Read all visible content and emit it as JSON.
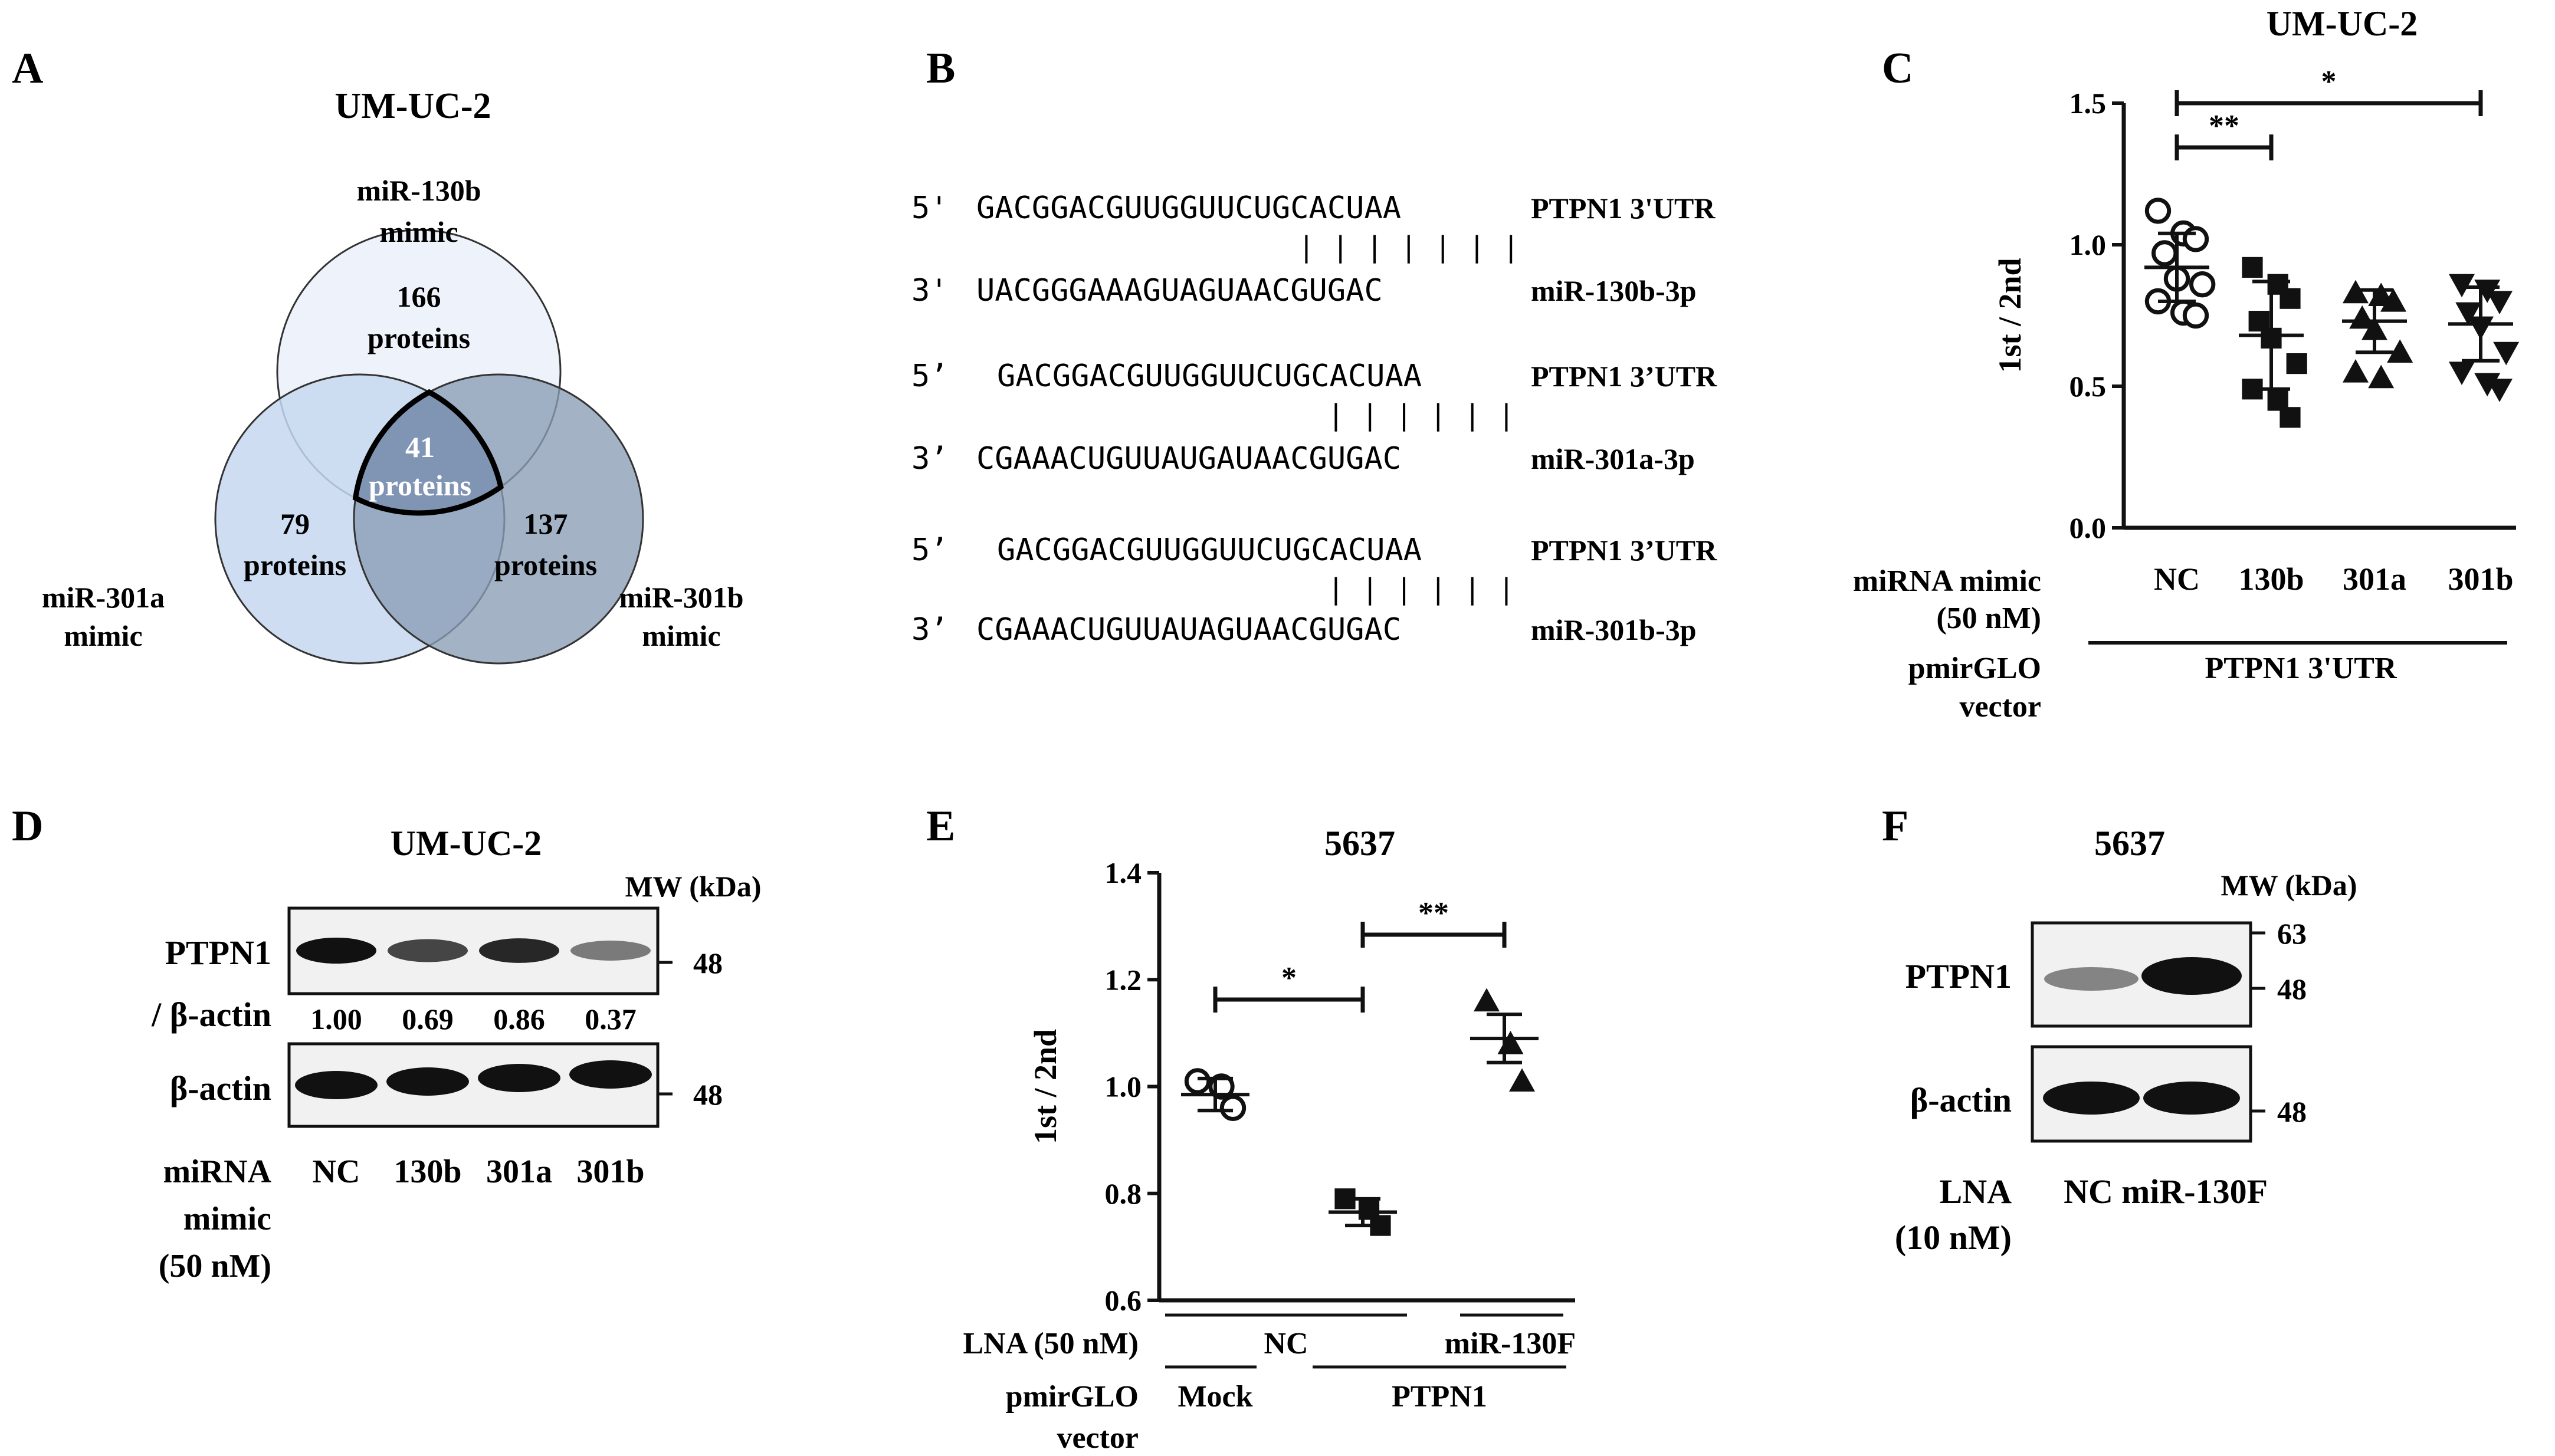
{
  "panels": {
    "A": {
      "letter": "A",
      "title": "UM-UC-2",
      "circles": [
        {
          "name_lines": [
            "miR-130b",
            "mimic"
          ],
          "count": "166",
          "unit": "proteins",
          "color": "#eef3fb"
        },
        {
          "name_lines": [
            "miR-301a",
            "mimic"
          ],
          "count": "79",
          "unit": "proteins",
          "color": "#c5d7ee"
        },
        {
          "name_lines": [
            "miR-301b",
            "mimic"
          ],
          "count": "137",
          "unit": "proteins",
          "color": "#8a9cb5"
        }
      ],
      "center": {
        "count": "41",
        "unit": "proteins",
        "color": "#6b82aa"
      }
    },
    "B": {
      "letter": "B",
      "pairs": [
        {
          "top_prime": "5'",
          "top_seq": "GACGGACGUUGGUUCUGCACUAA",
          "top_label": "PTPN1 3'UTR",
          "bars": "| | | | | | |",
          "bot_prime": "3'",
          "bot_seq": "UACGGGAAAGUAGUAACGUGAC",
          "bot_label": "miR-130b-3p"
        },
        {
          "top_prime": "5’",
          "top_seq": "GACGGACGUUGGUUCUGCACUAA",
          "top_label": "PTPN1 3’UTR",
          "bars": "| | | | | |",
          "bot_prime": "3’",
          "bot_seq": "CGAAACUGUUAUGAUAACGUGAC",
          "bot_label": "miR-301a-3p"
        },
        {
          "top_prime": "5’",
          "top_seq": "GACGGACGUUGGUUCUGCACUAA",
          "top_label": "PTPN1 3’UTR",
          "bars": "| | | | | |",
          "bot_prime": "3’",
          "bot_seq": "CGAAACUGUUAUAGUAACGUGAC",
          "bot_label": "miR-301b-3p"
        }
      ]
    },
    "C": {
      "letter": "C",
      "row1_label": "miRNA mimic",
      "row1b_label": "(50 nM)",
      "row2_label_lines": [
        "pmirGLO",
        "vector"
      ],
      "row2_value": "PTPN1 3'UTR",
      "sig": [
        {
          "from": 0,
          "to": 1,
          "text": "**"
        },
        {
          "from": 0,
          "to": 3,
          "text": "*"
        }
      ]
    },
    "D": {
      "letter": "D",
      "title": "UM-UC-2",
      "mw_header": "MW (kDa)",
      "band1": "PTPN1",
      "ratio_label": "/ β-actin",
      "ratios": [
        "1.00",
        "0.69",
        "0.86",
        "0.37"
      ],
      "band2": "β-actin",
      "mw1": "48",
      "mw2": "48",
      "lanes": [
        "NC",
        "130b",
        "301a",
        "301b"
      ],
      "cond_lines": [
        "miRNA",
        "mimic",
        "(50 nM)"
      ],
      "intensities": [
        1.0,
        0.69,
        0.86,
        0.37
      ]
    },
    "E": {
      "letter": "E",
      "row1_label": "LNA (50 nM)",
      "row1_values": [
        "NC",
        "miR-130F"
      ],
      "row2_label_lines": [
        "pmirGLO",
        "vector"
      ],
      "row2_values": [
        "Mock",
        "PTPN1"
      ],
      "sig": [
        {
          "from": 0,
          "to": 1,
          "text": "*"
        },
        {
          "from": 1,
          "to": 2,
          "text": "**"
        }
      ]
    },
    "F": {
      "letter": "F",
      "title": "5637",
      "mw_header": "MW (kDa)",
      "band1": "PTPN1",
      "band2": "β-actin",
      "mw_top": "63",
      "mw_mid": "48",
      "mw_bot": "48",
      "lanes": [
        "NC",
        "miR-130F"
      ],
      "cond_lines": [
        "LNA",
        "(10 nM)"
      ]
    }
  },
  "chart_data": [
    {
      "panel": "C",
      "type": "scatter",
      "title": "UM-UC-2",
      "ylabel": "1st / 2nd",
      "ylim": [
        0.0,
        1.5
      ],
      "yticks": [
        "0.0",
        "0.5",
        "1.0",
        "1.5"
      ],
      "categories": [
        "NC",
        "130b",
        "301a",
        "301b"
      ],
      "markers": [
        "circle-open",
        "square",
        "triangle-up",
        "triangle-down"
      ],
      "series": [
        {
          "values": [
            1.12,
            1.04,
            1.02,
            0.97,
            0.88,
            0.86,
            0.8,
            0.76,
            0.75
          ]
        },
        {
          "values": [
            0.92,
            0.86,
            0.81,
            0.73,
            0.67,
            0.58,
            0.49,
            0.45,
            0.39
          ]
        },
        {
          "values": [
            0.83,
            0.82,
            0.8,
            0.74,
            0.7,
            0.62,
            0.55,
            0.53
          ]
        },
        {
          "values": [
            0.86,
            0.84,
            0.8,
            0.76,
            0.71,
            0.62,
            0.55,
            0.51,
            0.49
          ]
        }
      ],
      "means": [
        0.92,
        0.68,
        0.73,
        0.72
      ],
      "sds": [
        0.12,
        0.19,
        0.11,
        0.13
      ]
    },
    {
      "panel": "E",
      "type": "scatter",
      "title": "5637",
      "ylabel": "1st / 2nd",
      "ylim": [
        0.6,
        1.4
      ],
      "yticks": [
        "0.6",
        "0.8",
        "1.0",
        "1.2",
        "1.4"
      ],
      "categories": [
        "Mock NC",
        "PTPN1 NC",
        "PTPN1 miR-130F"
      ],
      "markers": [
        "circle-open",
        "square",
        "triangle-up"
      ],
      "series": [
        {
          "values": [
            1.01,
            1.0,
            0.96
          ]
        },
        {
          "values": [
            0.79,
            0.77,
            0.74
          ]
        },
        {
          "values": [
            1.16,
            1.08,
            1.01
          ]
        }
      ],
      "means": [
        0.985,
        0.765,
        1.09
      ],
      "sds": [
        0.03,
        0.025,
        0.045
      ]
    }
  ]
}
